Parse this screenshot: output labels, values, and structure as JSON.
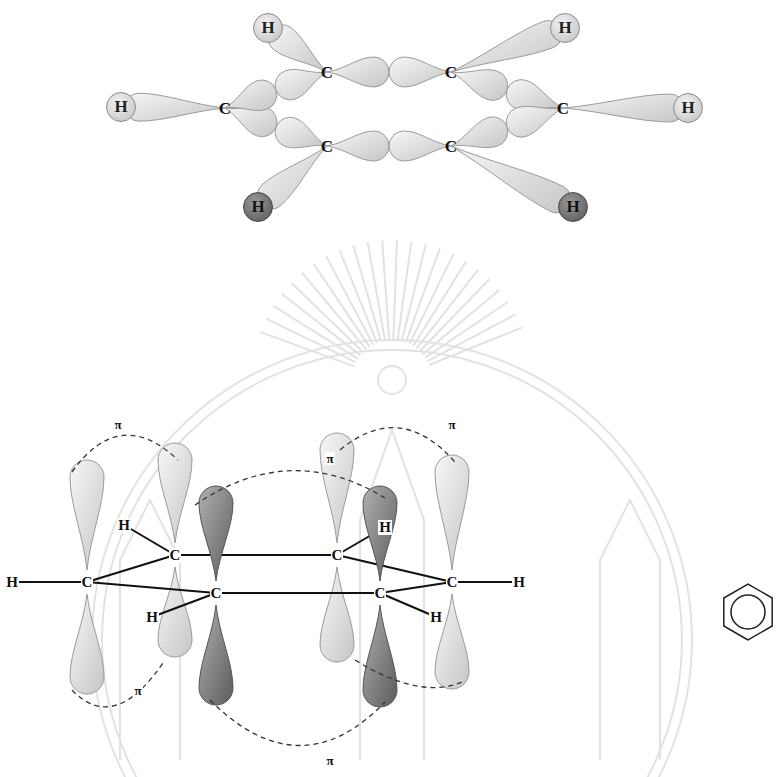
{
  "diagram": {
    "nodes": [
      {
        "text": [
          "H"
        ]
      },
      {
        "text": [
          "H"
        ]
      },
      {
        "text": [
          "H"
        ]
      },
      {
        "text": [
          "H"
        ]
      },
      {
        "text": [
          "H"
        ]
      },
      {
        "text": [
          "H"
        ]
      }
    ],
    "labels": [
      "C",
      "C",
      "C",
      "C",
      "C",
      "C",
      "H",
      "H",
      "H",
      "H",
      "H",
      "H",
      "C",
      "C",
      "C",
      "C",
      "C",
      "C",
      "π",
      "π",
      "π",
      "π",
      "π"
    ]
  }
}
